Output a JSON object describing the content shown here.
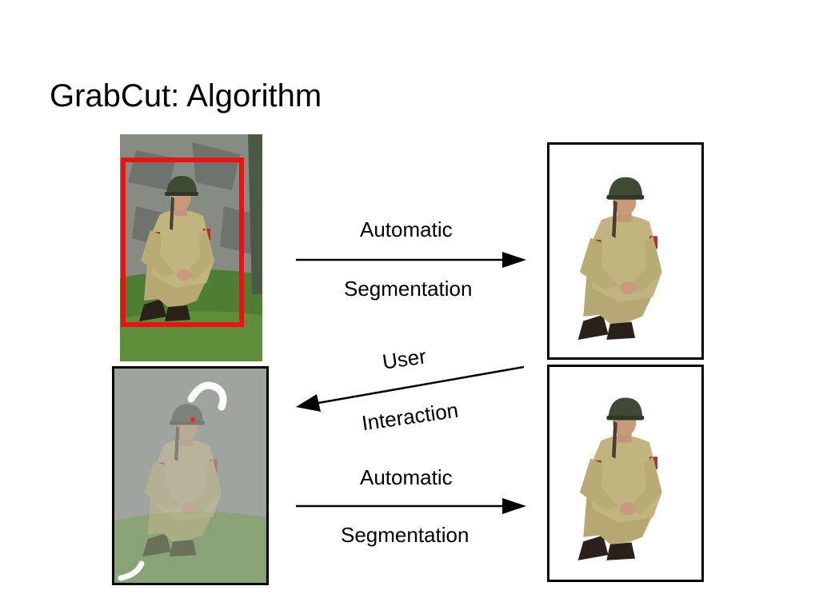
{
  "slide": {
    "title": "GrabCut: Algorithm"
  },
  "steps": [
    {
      "line1": "Automatic",
      "line2": "Segmentation",
      "direction": "right"
    },
    {
      "line1": "User",
      "line2": "Interaction",
      "direction": "left"
    },
    {
      "line1": "Automatic",
      "line2": "Segmentation",
      "direction": "right"
    }
  ],
  "colors": {
    "bounding_box": "#ee1111",
    "user_stroke_background": "#ffffff",
    "user_stroke_foreground": "#ff2222",
    "uniform": "#c2b47e",
    "rock": "#7c817b",
    "grass": "#4f7d33"
  }
}
